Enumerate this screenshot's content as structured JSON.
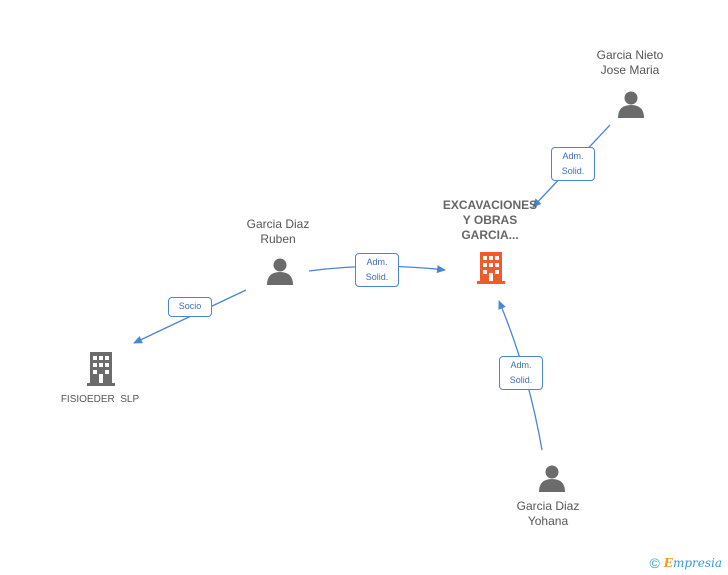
{
  "nodes": {
    "garcia_nieto": {
      "label_line1": "Garcia Nieto",
      "label_line2": "Jose Maria",
      "type": "person"
    },
    "excavaciones": {
      "label_line1": "EXCAVACIONES",
      "label_line2": "Y OBRAS",
      "label_line3": "GARCIA...",
      "type": "company",
      "color": "#f15a2b"
    },
    "garcia_ruben": {
      "label_line1": "Garcia Diaz",
      "label_line2": "Ruben",
      "type": "person"
    },
    "fisioeder": {
      "label_line1": "FISIOEDER  SLP",
      "type": "company",
      "color": "#6b6b6b"
    },
    "garcia_yohana": {
      "label_line1": "Garcia Diaz",
      "label_line2": "Yohana",
      "type": "person"
    }
  },
  "edges": {
    "nieto_to_exc": {
      "line1": "Adm.",
      "line2": "Solid."
    },
    "ruben_to_exc": {
      "line1": "Adm.",
      "line2": "Solid."
    },
    "ruben_to_fisio": {
      "line1": "Socio"
    },
    "yohana_to_exc": {
      "line1": "Adm.",
      "line2": "Solid."
    }
  },
  "colors": {
    "edge": "#4a86d6",
    "person_icon": "#6b6b6b",
    "company_main": "#f15a2b",
    "company_other": "#6b6b6b"
  },
  "footer": {
    "copyright": "©",
    "brand_first": "E",
    "brand_rest": "mpresia"
  }
}
